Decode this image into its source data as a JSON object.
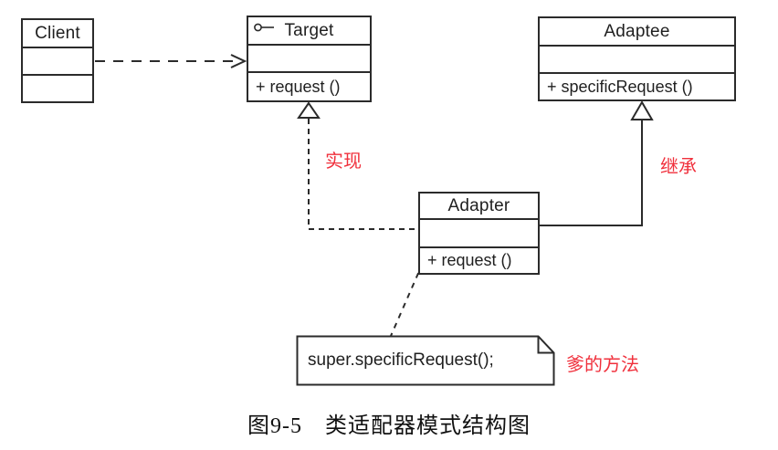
{
  "diagram": {
    "caption": "图9-5　类适配器模式结构图",
    "classes": {
      "client": {
        "name": "Client",
        "attributes": "",
        "methods": ""
      },
      "target": {
        "name": "Target",
        "icon": "interface-lollipop-icon",
        "attributes": "",
        "methods": "+ request ()"
      },
      "adaptee": {
        "name": "Adaptee",
        "attributes": "",
        "methods": "+ specificRequest ()"
      },
      "adapter": {
        "name": "Adapter",
        "attributes": "",
        "methods": "+ request ()"
      }
    },
    "note": {
      "text": "super.specificRequest();"
    },
    "labels": {
      "realization": "实现",
      "inheritance": "继承",
      "note_comment": "爹的方法"
    },
    "relationships": [
      {
        "type": "dependency",
        "from": "Client",
        "to": "Target",
        "line": "dashed-open-arrow"
      },
      {
        "type": "realization",
        "from": "Adapter",
        "to": "Target",
        "line": "dashed-hollow-triangle"
      },
      {
        "type": "generalization",
        "from": "Adapter",
        "to": "Adaptee",
        "line": "solid-hollow-triangle"
      },
      {
        "type": "note-anchor",
        "from": "Adapter",
        "to": "note",
        "line": "dashed"
      }
    ],
    "colors": {
      "line": "#2b2b2b",
      "annotation_red": "#f0303c",
      "background": "#ffffff"
    }
  }
}
